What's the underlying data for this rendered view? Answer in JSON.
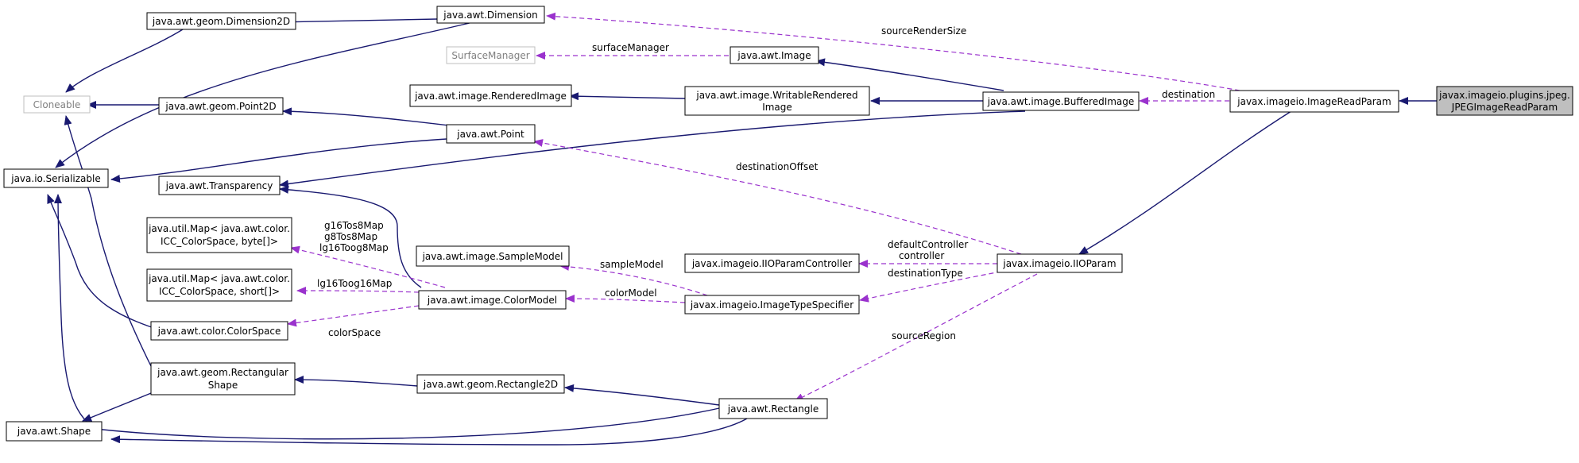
{
  "nodes": {
    "dimension2d": [
      "java.awt.geom.Dimension2D"
    ],
    "dimension": [
      "java.awt.Dimension"
    ],
    "surface_manager": [
      "SurfaceManager"
    ],
    "image": [
      "java.awt.Image"
    ],
    "cloneable": [
      "Cloneable"
    ],
    "point2d": [
      "java.awt.geom.Point2D"
    ],
    "rendered_image": [
      "java.awt.image.RenderedImage"
    ],
    "writable_rendered_image": [
      "java.awt.image.WritableRendered",
      "Image"
    ],
    "buffered_image": [
      "java.awt.image.BufferedImage"
    ],
    "image_read_param": [
      "javax.imageio.ImageReadParam"
    ],
    "jpeg_image_read_param": [
      "javax.imageio.plugins.jpeg.",
      "JPEGImageReadParam"
    ],
    "point": [
      "java.awt.Point"
    ],
    "serializable": [
      "java.io.Serializable"
    ],
    "transparency": [
      "java.awt.Transparency"
    ],
    "map_byte": [
      "java.util.Map< java.awt.color.",
      "ICC_ColorSpace, byte[]>"
    ],
    "sample_model": [
      "java.awt.image.SampleModel"
    ],
    "iio_param_controller": [
      "javax.imageio.IIOParamController"
    ],
    "iio_param": [
      "javax.imageio.IIOParam"
    ],
    "map_short": [
      "java.util.Map< java.awt.color.",
      "ICC_ColorSpace, short[]>"
    ],
    "color_model": [
      "java.awt.image.ColorModel"
    ],
    "image_type_specifier": [
      "javax.imageio.ImageTypeSpecifier"
    ],
    "color_space": [
      "java.awt.color.ColorSpace"
    ],
    "rectangular_shape": [
      "java.awt.geom.Rectangular",
      "Shape"
    ],
    "rectangle2d": [
      "java.awt.geom.Rectangle2D"
    ],
    "rectangle": [
      "java.awt.Rectangle"
    ],
    "shape": [
      "java.awt.Shape"
    ]
  },
  "edge_labels": {
    "source_render_size": [
      "sourceRenderSize"
    ],
    "surface_manager": [
      "surfaceManager"
    ],
    "destination": [
      "destination"
    ],
    "destination_offset": [
      "destinationOffset"
    ],
    "color_maps_byte": [
      "g16Tos8Map",
      "g8Tos8Map",
      "lg16Toog8Map"
    ],
    "color_maps_short": [
      "lg16Toog16Map"
    ],
    "color_space": [
      "colorSpace"
    ],
    "sample_model": [
      "sampleModel"
    ],
    "color_model": [
      "colorModel"
    ],
    "controller": [
      "defaultController",
      "controller"
    ],
    "destination_type": [
      "destinationType"
    ],
    "source_region": [
      "sourceRegion"
    ]
  },
  "colors": {
    "inheritance_edge": "#191970",
    "usage_edge": "#9a32cd",
    "highlighted_node_fill": "#bfbfbf",
    "external_node_stroke": "#bfbfbf"
  }
}
